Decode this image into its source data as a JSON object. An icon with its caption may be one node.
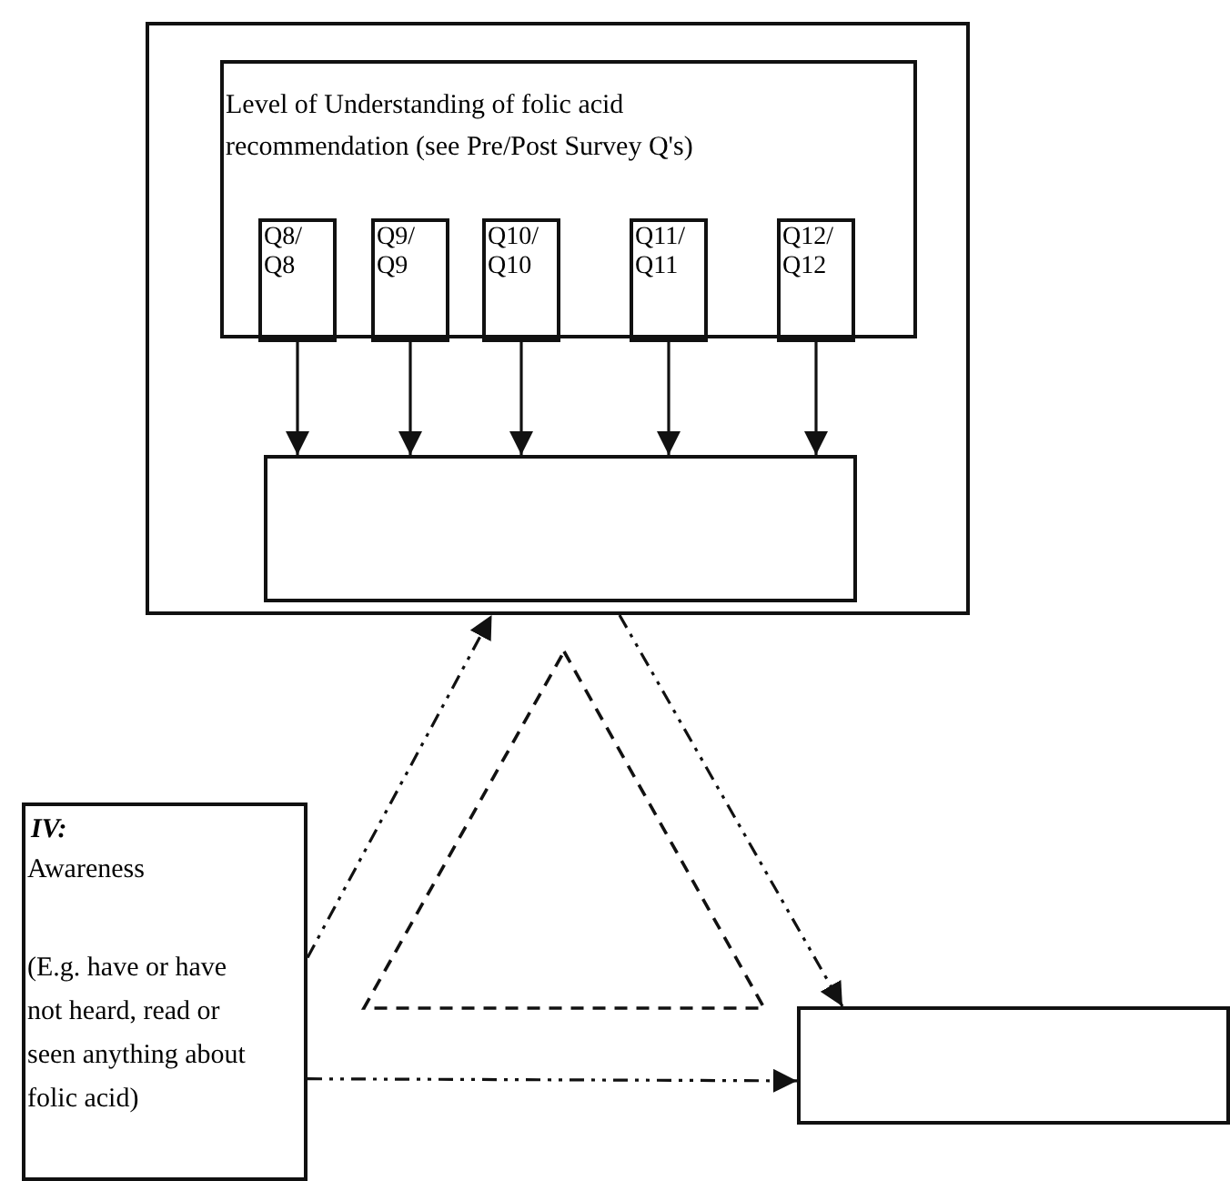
{
  "diagram": {
    "nodes": [
      {
        "text": [],
        "shape": "box"
      },
      {
        "text": [
          "Level of Understanding of folic acid recommendation (see Pre/Post Survey Q's)"
        ],
        "in": 0
      },
      {
        "text": [
          "Q8/ Q8"
        ],
        "in": 1
      },
      {
        "text": [
          "Q9/ Q9"
        ],
        "in": 1
      },
      {
        "text": [
          "Q10/ Q10"
        ],
        "in": 1
      },
      {
        "text": [
          "Q11/ Q11"
        ],
        "in": 1
      },
      {
        "text": [
          "Q12/ Q12"
        ],
        "in": 1
      },
      {
        "text": [],
        "shape": "box",
        "in": 0
      },
      {
        "text": [
          "IV:",
          "Awareness",
          "(E.g. have or have not heard, read or seen anything about folic acid)"
        ]
      },
      {
        "text": [],
        "shape": "triangle"
      },
      {
        "text": [],
        "shape": "box"
      }
    ],
    "edges": [
      {
        "from": 2,
        "to": 7,
        "arrow": "to"
      },
      {
        "from": 3,
        "to": 7,
        "arrow": "to"
      },
      {
        "from": 4,
        "to": 7,
        "arrow": "to"
      },
      {
        "from": 5,
        "to": 7,
        "arrow": "to"
      },
      {
        "from": 6,
        "to": 7,
        "arrow": "to"
      },
      {
        "from": 8,
        "to": 0,
        "arrow": "to",
        "style": "dashed"
      },
      {
        "from": 0,
        "to": 10,
        "arrow": "to",
        "style": "dashed"
      },
      {
        "from": 8,
        "to": 10,
        "arrow": "to",
        "style": "dashed"
      }
    ]
  }
}
